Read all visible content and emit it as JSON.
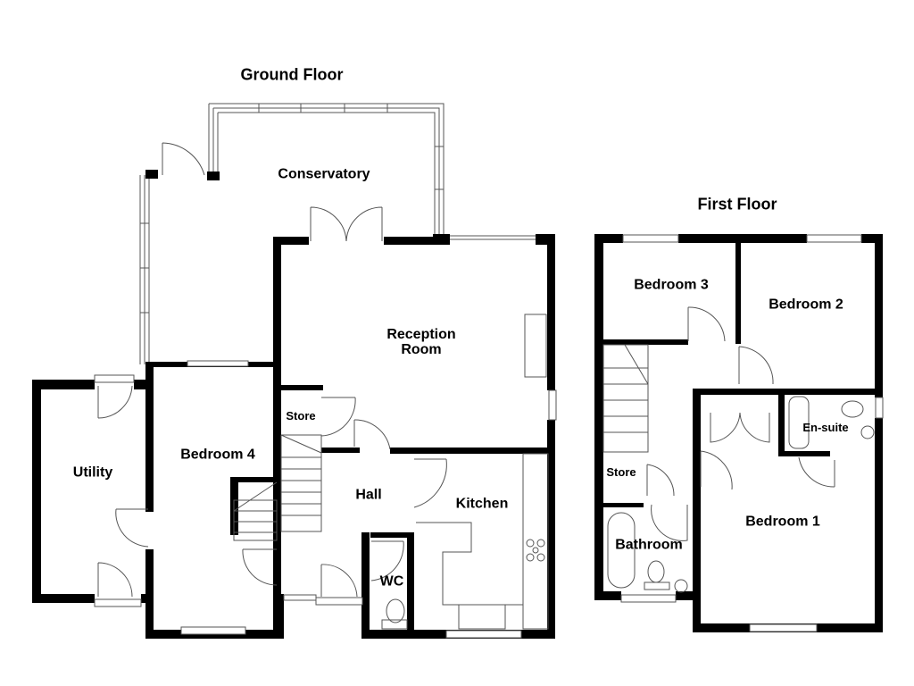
{
  "floors": [
    {
      "title": "Ground Floor",
      "rooms": [
        {
          "name": "Conservatory"
        },
        {
          "name": "Reception\nRoom"
        },
        {
          "name": "Utility"
        },
        {
          "name": "Bedroom 4"
        },
        {
          "name": "Store"
        },
        {
          "name": "Hall"
        },
        {
          "name": "Kitchen"
        },
        {
          "name": "WC"
        }
      ]
    },
    {
      "title": "First Floor",
      "rooms": [
        {
          "name": "Bedroom 3"
        },
        {
          "name": "Bedroom 2"
        },
        {
          "name": "En-suite"
        },
        {
          "name": "Store"
        },
        {
          "name": "Bathroom"
        },
        {
          "name": "Bedroom 1"
        }
      ]
    }
  ],
  "colors": {
    "wall": "#000000",
    "line": "#555555",
    "background": "#ffffff"
  }
}
